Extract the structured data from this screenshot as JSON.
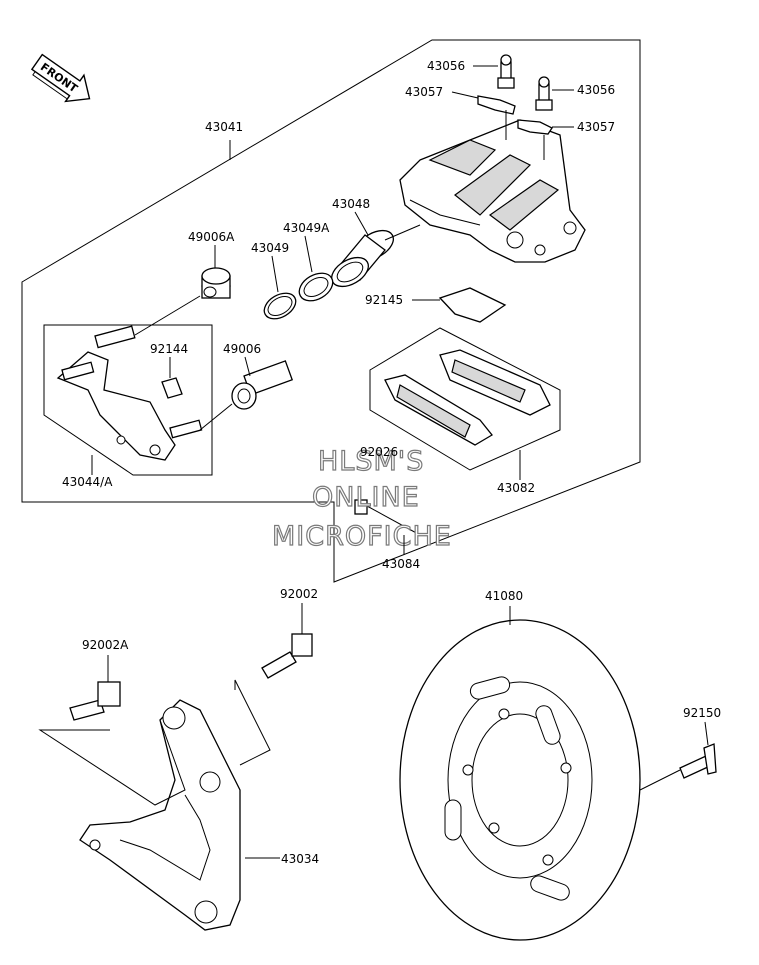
{
  "front_arrow": {
    "label": "FRONT"
  },
  "watermark": {
    "line1": "HLSM'S",
    "line2": "ONLINE",
    "line3": "MICROFICHE"
  },
  "parts": {
    "p43056a": "43056",
    "p43056b": "43056",
    "p43057a": "43057",
    "p43057b": "43057",
    "p43041": "43041",
    "p43048": "43048",
    "p49006A": "49006A",
    "p43049A": "43049A",
    "p43049": "43049",
    "p92145": "92145",
    "p92144": "92144",
    "p49006": "49006",
    "p43044A": "43044/A",
    "p43082": "43082",
    "p92026": "92026",
    "p43084": "43084",
    "p92002": "92002",
    "p41080": "41080",
    "p92002A": "92002A",
    "p92150": "92150",
    "p43034": "43034"
  }
}
